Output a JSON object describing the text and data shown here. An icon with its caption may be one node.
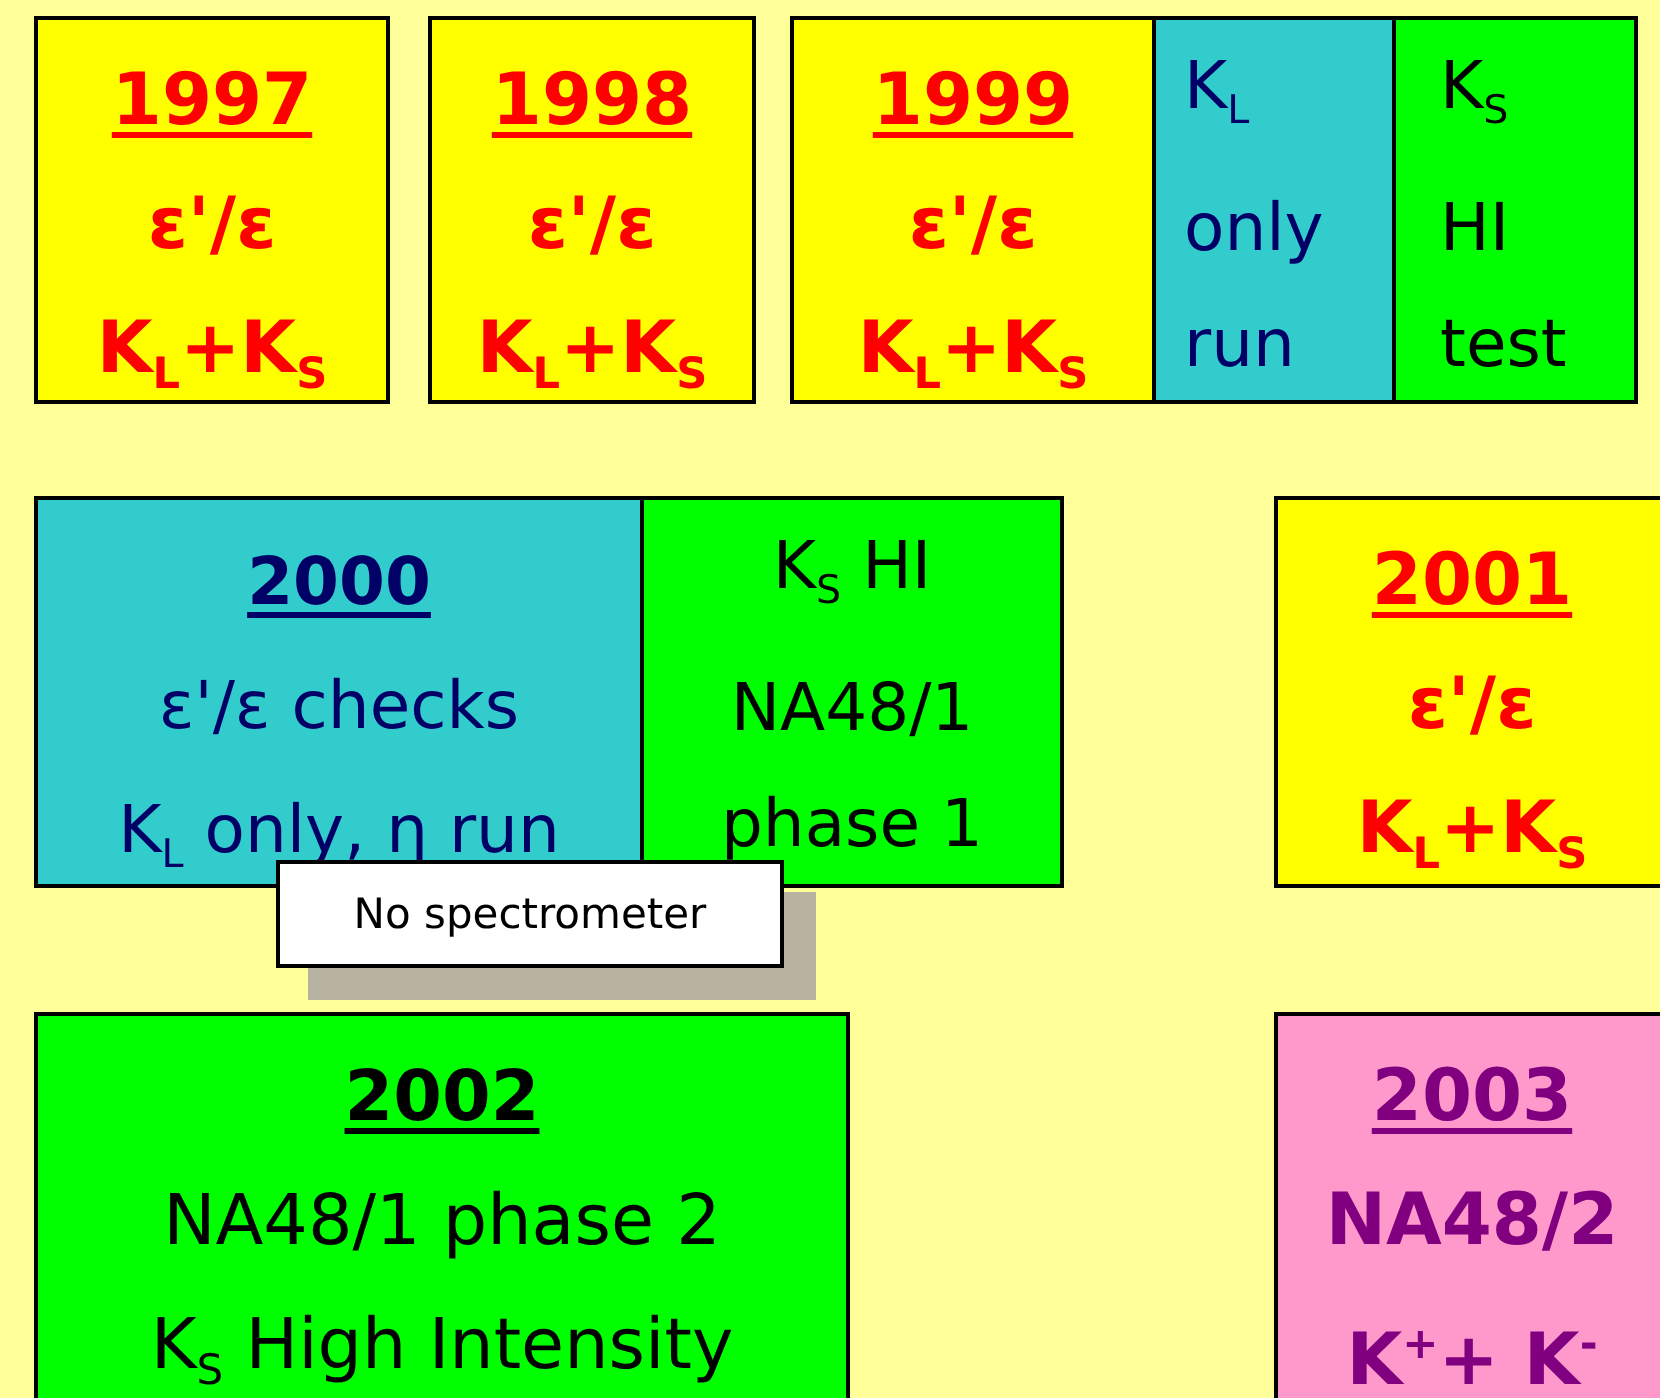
{
  "diagram": {
    "nodes": [
      {
        "text": [
          "1997",
          "ε'/ε",
          "K$_{L}$+K$_{S}$"
        ]
      },
      {
        "text": [
          "1998",
          "ε'/ε",
          "K$_{L}$+K$_{S}$"
        ]
      },
      {
        "text": [
          "1999",
          "ε'/ε",
          "K$_{L}$+K$_{S}$"
        ]
      },
      {
        "text": [
          "K$_{L}$ only run"
        ]
      },
      {
        "text": [
          "K$_{S}$ HI test"
        ]
      },
      {
        "text": [
          "2000",
          "ε'/ε checks",
          "K$_{L}$ only, η run"
        ]
      },
      {
        "text": [
          "K$_{S}$ HI NA48/1 phase 1"
        ]
      },
      {
        "text": [
          "No spectrometer"
        ]
      },
      {
        "text": [
          "2001",
          "ε'/ε",
          "K$_{L}$+K$_{S}$"
        ]
      },
      {
        "text": [
          "2002",
          "NA48/1 phase 2",
          "K$_{S}$ High Intensity"
        ]
      },
      {
        "text": [
          "2003",
          "NA48/2",
          "K$^{+}$+ K$^{-}$"
        ]
      }
    ]
  }
}
